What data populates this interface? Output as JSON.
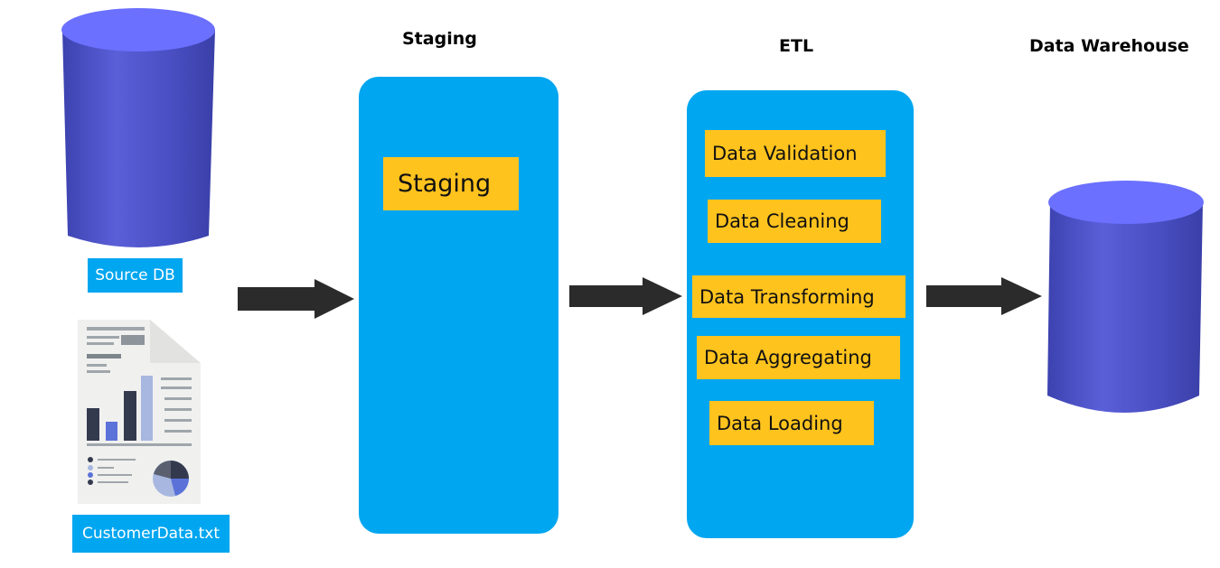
{
  "headings": {
    "staging": "Staging",
    "etl": "ETL",
    "warehouse": "Data Warehouse"
  },
  "sources": {
    "db_label": "Source DB",
    "file_label": "CustomerData.txt"
  },
  "staging_panel": {
    "items": [
      "Staging"
    ]
  },
  "etl_panel": {
    "items": [
      "Data Validation",
      "Data Cleaning",
      "Data Transforming",
      "Data Aggregating",
      "Data Loading"
    ]
  },
  "colors": {
    "panel": "#00a6f0",
    "tag": "#ffc31e",
    "cylinder": "#4a4fc0",
    "cylinder_top": "#6b70ff",
    "arrow": "#2b2b2b"
  },
  "icons": {
    "source_db": "database-cylinder-icon",
    "source_file": "report-document-icon",
    "target_db": "database-cylinder-icon",
    "arrow": "right-arrow-icon"
  }
}
